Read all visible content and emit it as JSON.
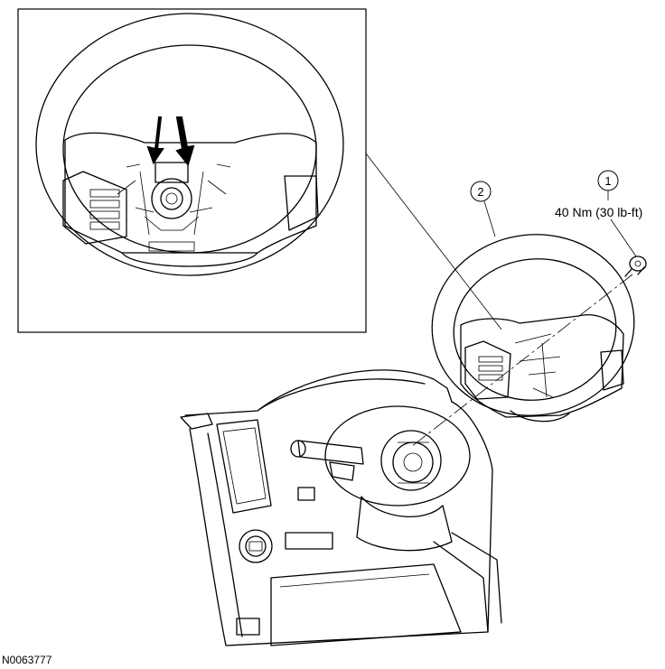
{
  "callouts": [
    {
      "number": "1"
    },
    {
      "number": "2"
    }
  ],
  "torque_spec": "40 Nm (30 lb-ft)",
  "figure_code": "N0063777"
}
